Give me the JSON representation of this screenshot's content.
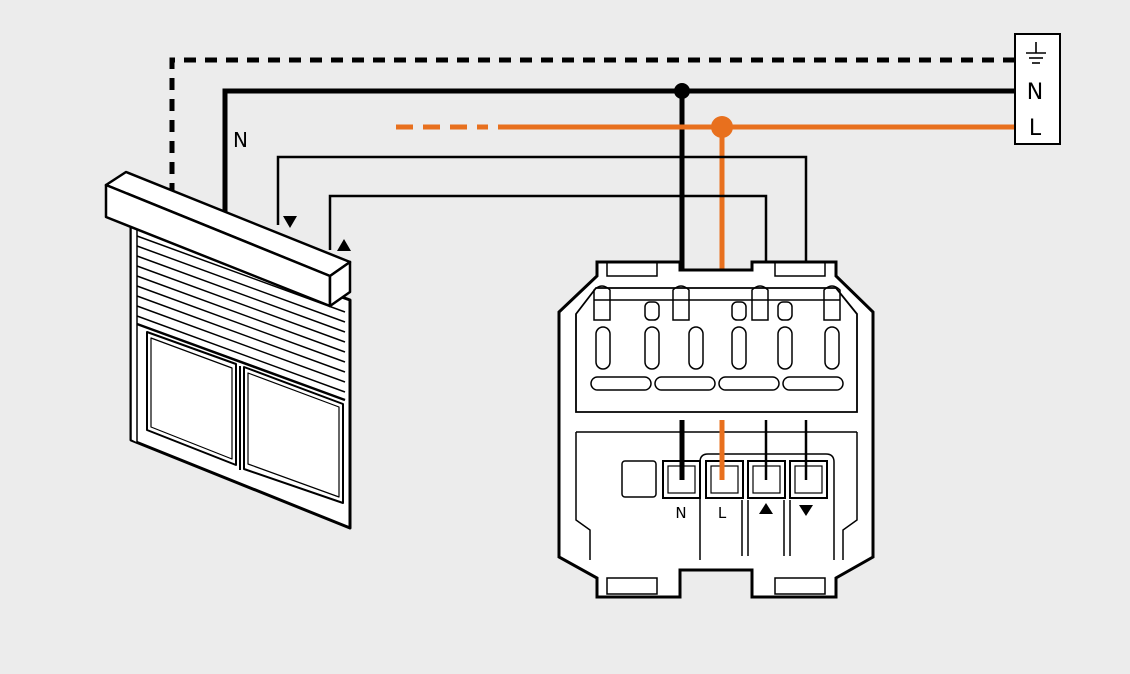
{
  "terminal_block": {
    "earth_icon": "earth-ground-icon",
    "neutral_label": "N",
    "line_label": "L"
  },
  "motor": {
    "neutral_label": "N",
    "down_arrow_icon": "down-arrow-icon",
    "up_arrow_icon": "up-arrow-icon"
  },
  "switch": {
    "terminals": [
      {
        "label": "N"
      },
      {
        "label": "L"
      },
      {
        "icon": "up-arrow-icon"
      },
      {
        "icon": "down-arrow-icon"
      }
    ]
  },
  "colors": {
    "background": "#ececec",
    "wire_black": "#000000",
    "wire_live": "#e8701e"
  }
}
